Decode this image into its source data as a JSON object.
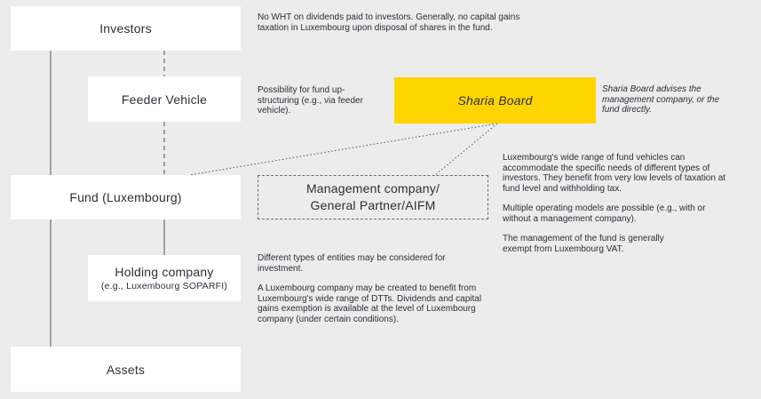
{
  "boxes": {
    "investors": "Investors",
    "feeder": "Feeder Vehicle",
    "sharia": "Sharia Board",
    "fund": "Fund (Luxembourg)",
    "mgmt_line1": "Management company/",
    "mgmt_line2": "General Partner/AIFM",
    "holding_line1": "Holding company",
    "holding_line2": "(e.g., Luxembourg SOPARFI)",
    "assets": "Assets"
  },
  "notes": {
    "investors": "No WHT on dividends paid to investors. Generally, no capital gains taxation in Luxembourg upon disposal of shares in the fund.",
    "feeder": "Possibility for fund up-structuring (e.g., via feeder vehicle).",
    "sharia": "Sharia Board advises the management company, or the fund directly.",
    "fund_p1": "Luxembourg's wide range of fund vehicles can accommodate the specific needs of different types of investors. They benefit from very low levels of taxation at fund level and withholding tax.",
    "fund_p2": "Multiple operating models are possible (e.g., with or without a management company).",
    "fund_p3": "The management of the fund is generally exempt from Luxembourg VAT.",
    "holding_p1": "Different types of entities may be considered for investment.",
    "holding_p2": "A Luxembourg company may be created to benefit from Luxembourg's wide range of DTTs. Dividends and capital gains exemption is available at the level of Luxembourg company (under certain conditions)."
  },
  "colors": {
    "background": "#ececec",
    "box": "#ffffff",
    "sharia_accent": "#ffd500",
    "line": "#555555"
  }
}
